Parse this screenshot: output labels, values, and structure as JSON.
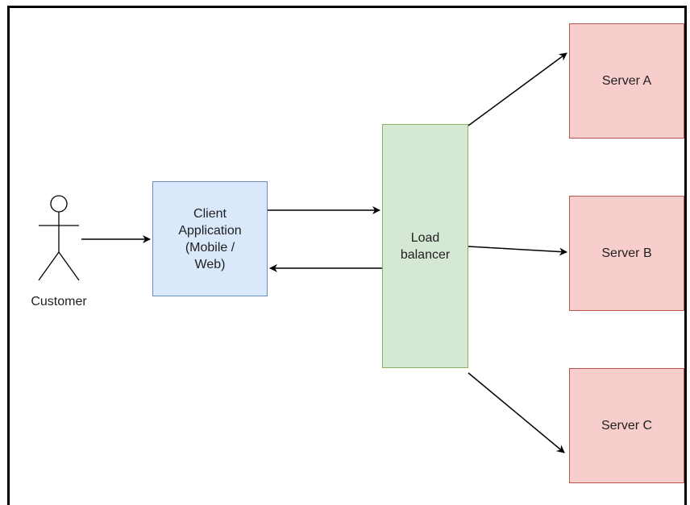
{
  "colors": {
    "client_fill": "#dae8fc",
    "client_stroke": "#6c8ebf",
    "lb_fill": "#d5e8d4",
    "lb_stroke": "#82b366",
    "server_fill": "#f8cecc",
    "server_stroke": "#b85450",
    "line": "#000000"
  },
  "actor": {
    "label": "Customer",
    "icon": "stick-figure-icon"
  },
  "client": {
    "label": "Client\nApplication\n(Mobile /\nWeb)"
  },
  "load_balancer": {
    "label": "Load\nbalancer"
  },
  "servers": [
    {
      "label": "Server A"
    },
    {
      "label": "Server B"
    },
    {
      "label": "Server C"
    }
  ]
}
